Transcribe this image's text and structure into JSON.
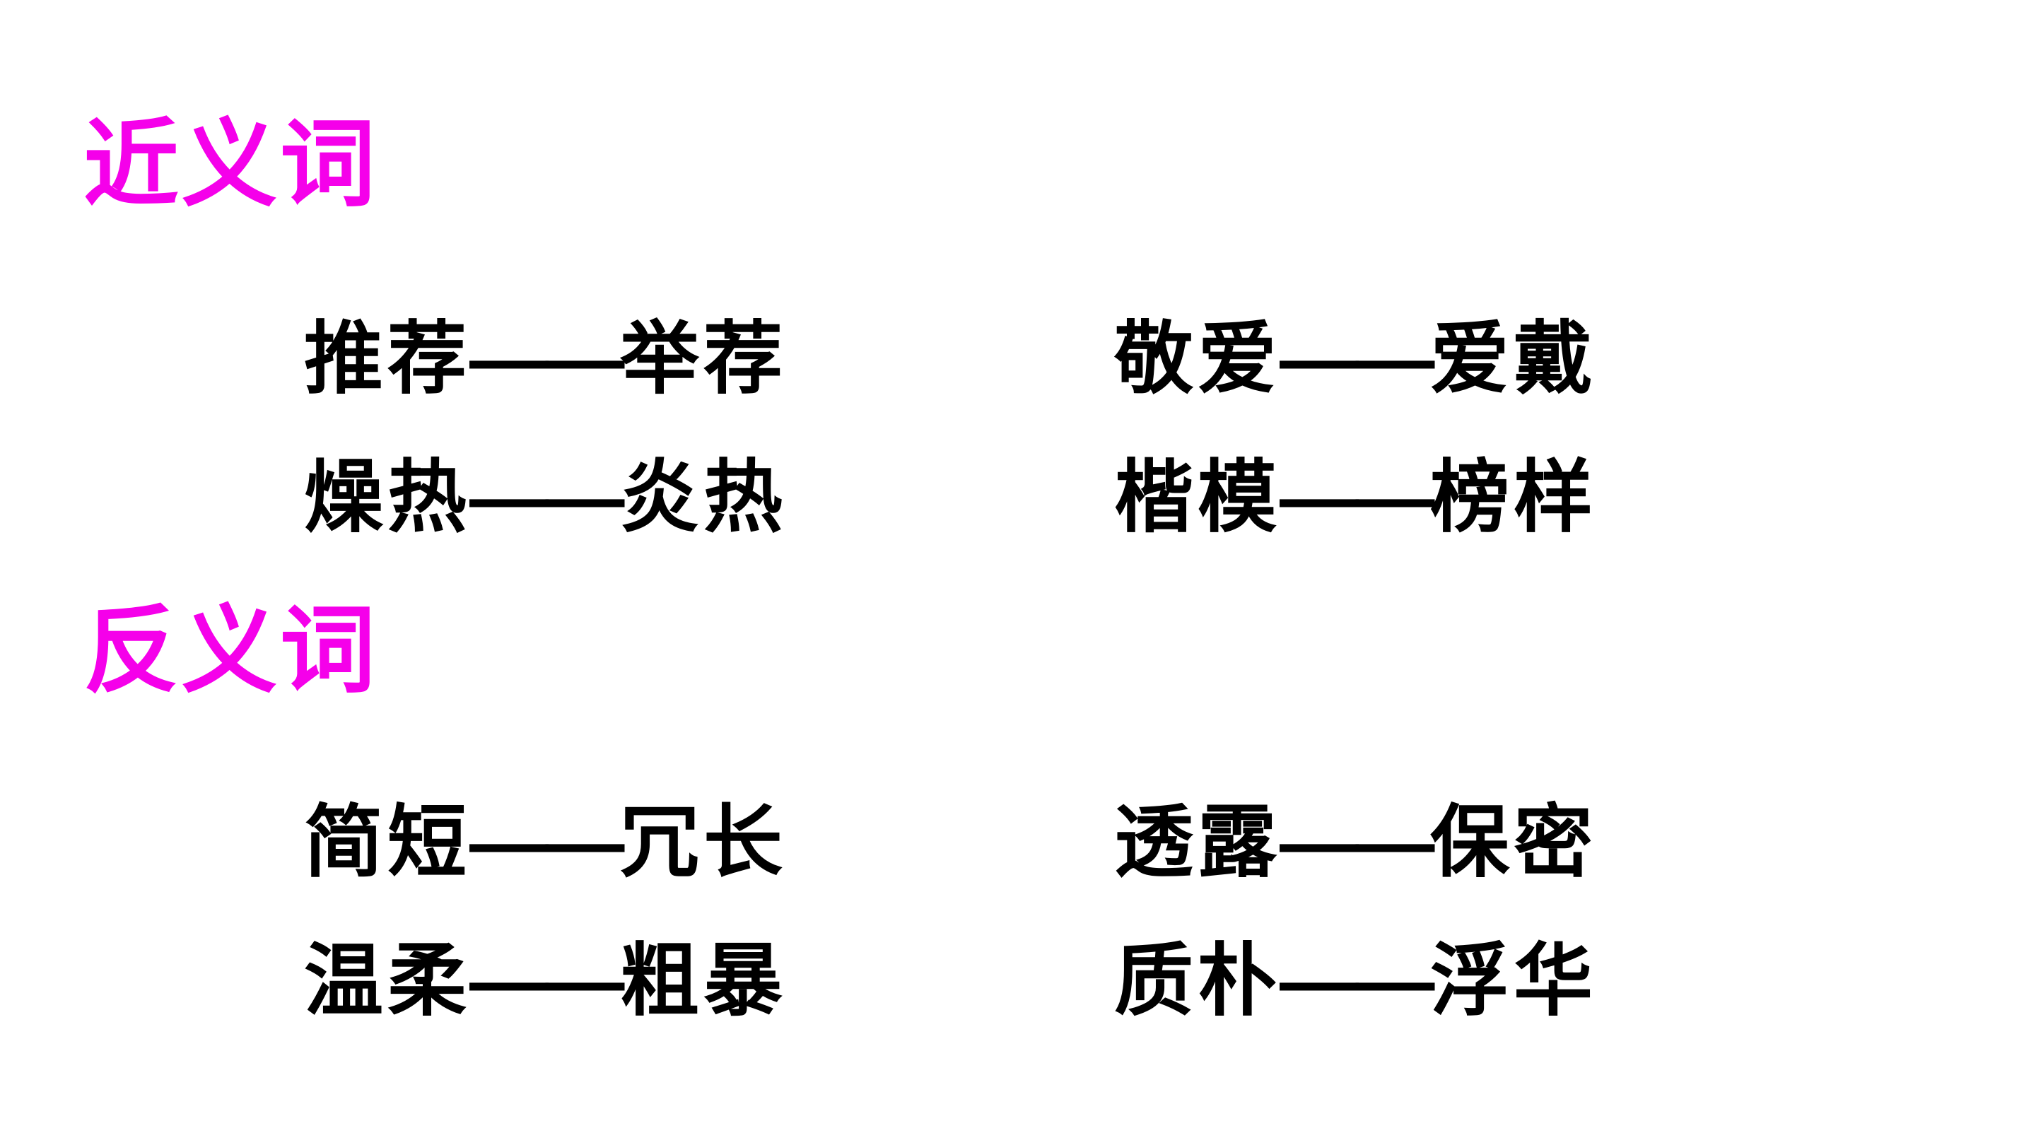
{
  "slide": {
    "background_color": "#ffffff",
    "text_color": "#000000",
    "heading_color": "#f500ea",
    "sections": [
      {
        "heading": "近义词",
        "pairs": [
          {
            "left": "推荐",
            "dash": "——",
            "right": "举荐"
          },
          {
            "left": "敬爱",
            "dash": "——",
            "right": "爱戴"
          },
          {
            "left": "燥热",
            "dash": "——",
            "right": "炎热"
          },
          {
            "left": "楷模",
            "dash": "——",
            "right": "榜样"
          }
        ]
      },
      {
        "heading": "反义词",
        "pairs": [
          {
            "left": "简短",
            "dash": "——",
            "right": "冗长"
          },
          {
            "left": "透露",
            "dash": "——",
            "right": "保密"
          },
          {
            "left": "温柔",
            "dash": "——",
            "right": "粗暴"
          },
          {
            "left": "质朴",
            "dash": "——",
            "right": "浮华"
          }
        ]
      }
    ]
  }
}
